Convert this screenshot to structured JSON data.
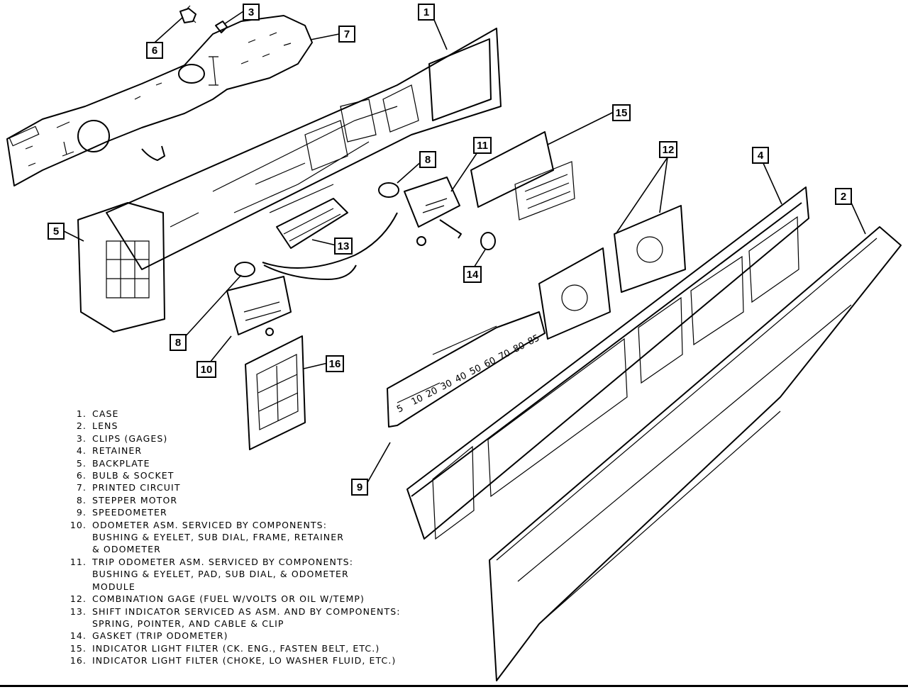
{
  "callouts": {
    "c1": "1",
    "c2": "2",
    "c3": "3",
    "c4": "4",
    "c5": "5",
    "c6": "6",
    "c7": "7",
    "c8a": "8",
    "c8b": "8",
    "c9": "9",
    "c10": "10",
    "c11": "11",
    "c12": "12",
    "c13": "13",
    "c14": "14",
    "c15": "15",
    "c16": "16"
  },
  "speedometer_scale": [
    "5",
    "10",
    "20",
    "30",
    "40",
    "50",
    "60",
    "70",
    "80",
    "85"
  ],
  "legend": [
    {
      "num": "1.",
      "text": "CASE"
    },
    {
      "num": "2.",
      "text": "LENS"
    },
    {
      "num": "3.",
      "text": "CLIPS (GAGES)"
    },
    {
      "num": "4.",
      "text": "RETAINER"
    },
    {
      "num": "5.",
      "text": "BACKPLATE"
    },
    {
      "num": "6.",
      "text": "BULB & SOCKET"
    },
    {
      "num": "7.",
      "text": "PRINTED CIRCUIT"
    },
    {
      "num": "8.",
      "text": "STEPPER MOTOR"
    },
    {
      "num": "9.",
      "text": "SPEEDOMETER"
    },
    {
      "num": "10.",
      "text": "ODOMETER ASM. SERVICED BY COMPONENTS:\nBUSHING & EYELET, SUB DIAL, FRAME, RETAINER\n& ODOMETER"
    },
    {
      "num": "11.",
      "text": "TRIP ODOMETER ASM. SERVICED BY COMPONENTS:\nBUSHING & EYELET, PAD, SUB DIAL, & ODOMETER\nMODULE"
    },
    {
      "num": "12.",
      "text": "COMBINATION GAGE (FUEL W/VOLTS OR OIL W/TEMP)"
    },
    {
      "num": "13.",
      "text": "SHIFT INDICATOR SERVICED AS ASM. AND BY COMPONENTS:\nSPRING, POINTER, AND CABLE & CLIP"
    },
    {
      "num": "14.",
      "text": "GASKET (TRIP ODOMETER)"
    },
    {
      "num": "15.",
      "text": "INDICATOR LIGHT FILTER (CK. ENG., FASTEN BELT, ETC.)"
    },
    {
      "num": "16.",
      "text": "INDICATOR LIGHT FILTER (CHOKE, LO WASHER FLUID, ETC.)"
    }
  ]
}
